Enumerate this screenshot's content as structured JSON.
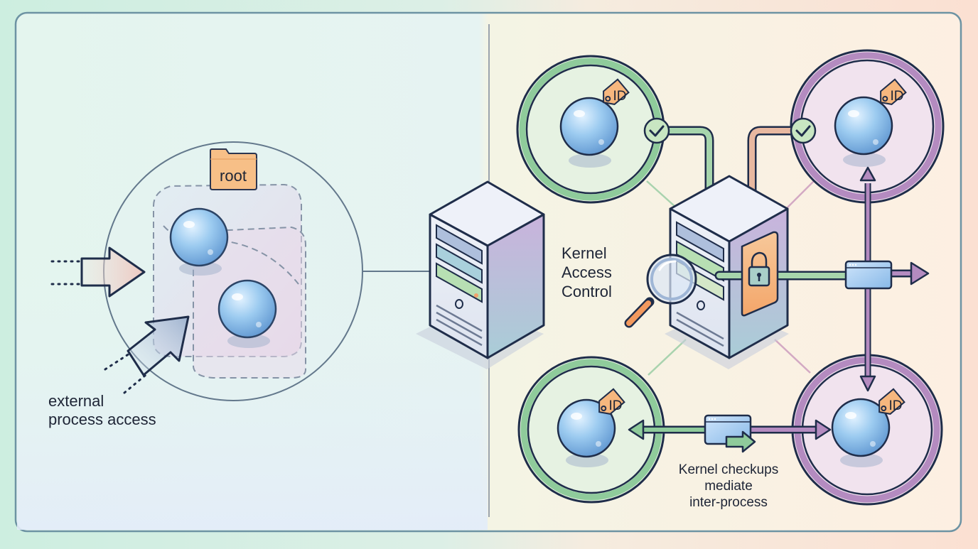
{
  "left_panel": {
    "folder_label": "root",
    "caption_line1": "external",
    "caption_line2": "process access"
  },
  "center": {
    "title_line1": "Kernel",
    "title_line2": "Access",
    "title_line3": "Control"
  },
  "right_panel": {
    "id_tags": [
      "ID",
      "ID",
      "ID",
      "ID"
    ],
    "caption_line1": "Kernel checkups",
    "caption_line2": "mediate",
    "caption_line3": "inter-process"
  },
  "colors": {
    "outline": "#1f2d4a",
    "green": "#8fcb9b",
    "purple": "#b48bc0",
    "orange": "#f6b77e",
    "sphere": "#8ec3ec",
    "panel_left": "#e6f6ef",
    "panel_right": "#fcf1e4"
  }
}
